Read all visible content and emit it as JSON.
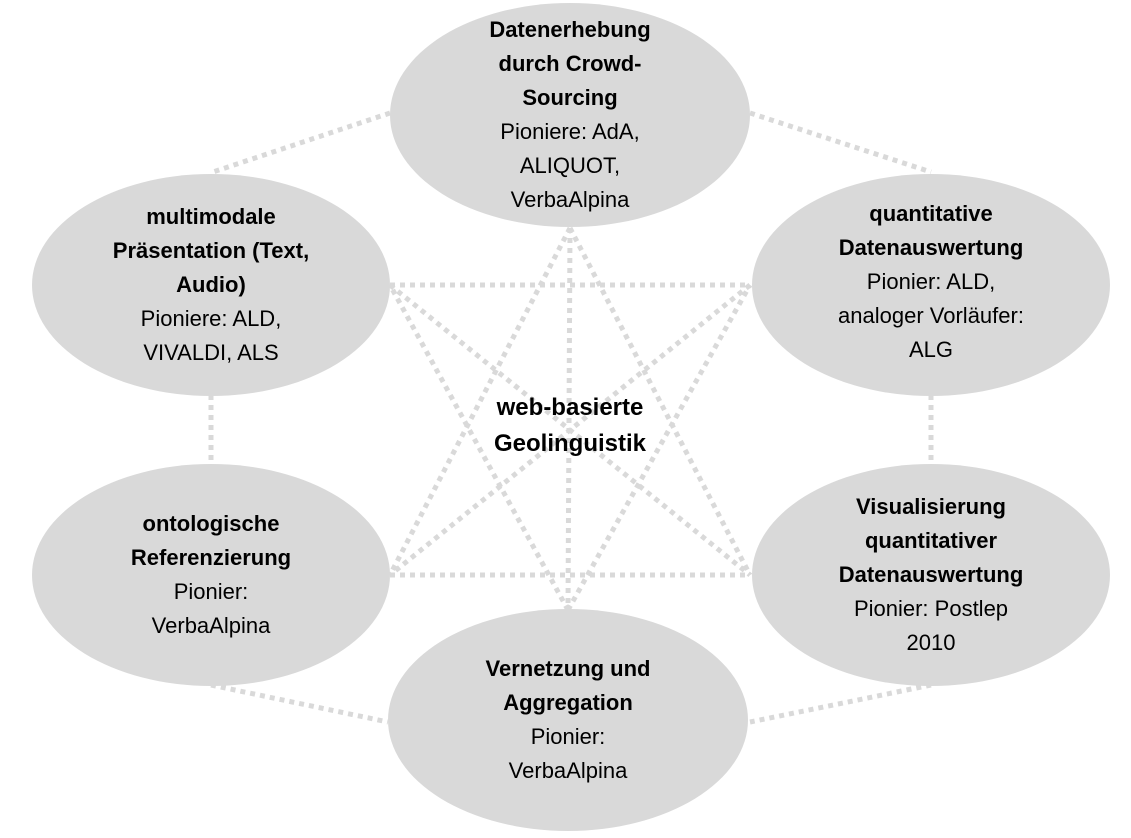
{
  "center": {
    "line1": "web-basierte",
    "line2": "Geolinguistik"
  },
  "nodes": [
    {
      "id": "top",
      "title": [
        "Datenerhebung",
        "durch Crowd-",
        "Sourcing"
      ],
      "body": [
        "Pioniere: AdA,",
        "ALIQUOT,",
        "VerbaAlpina"
      ]
    },
    {
      "id": "left-top",
      "title": [
        "multimodale",
        "Präsentation (Text,",
        "Audio)"
      ],
      "body": [
        "Pioniere: ALD,",
        "VIVALDI, ALS"
      ]
    },
    {
      "id": "right-top",
      "title": [
        "quantitative",
        "Datenauswertung"
      ],
      "body": [
        "Pionier: ALD,",
        "analoger Vorläufer:",
        "ALG"
      ]
    },
    {
      "id": "left-bottom",
      "title": [
        "ontologische",
        "Referenzierung"
      ],
      "body": [
        "Pionier:",
        "VerbaAlpina"
      ]
    },
    {
      "id": "right-bottom",
      "title": [
        "Visualisierung",
        "quantitativer",
        "Datenauswertung"
      ],
      "body": [
        "Pionier: Postlep",
        "2010"
      ]
    },
    {
      "id": "bottom",
      "title": [
        "Vernetzung und",
        "Aggregation"
      ],
      "body": [
        "Pionier:",
        "VerbaAlpina"
      ]
    }
  ],
  "colors": {
    "ellipse": "#d9d9d9",
    "line": "#d9d9d9",
    "text": "#000000"
  }
}
